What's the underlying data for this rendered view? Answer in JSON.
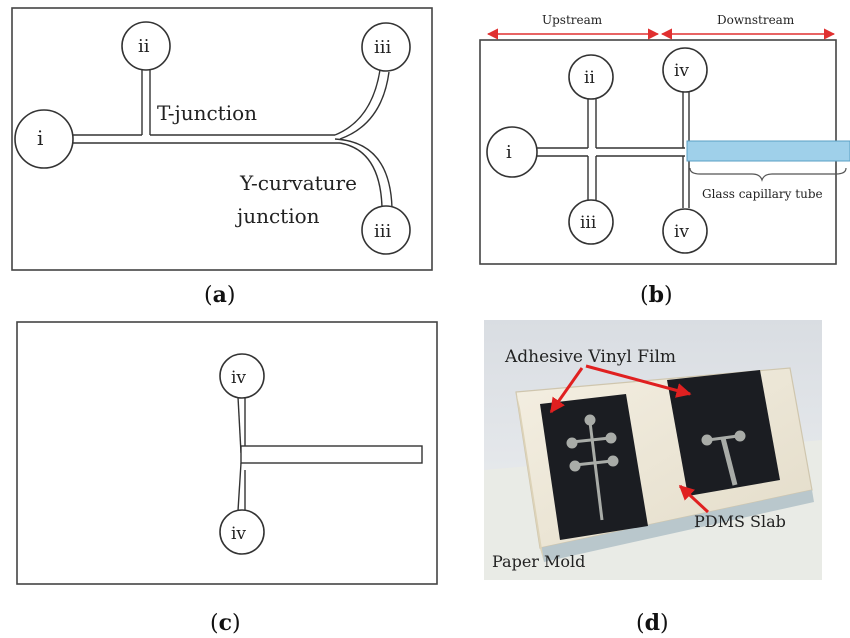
{
  "panel_a": {
    "caption": "(a)",
    "caption_letter": "a",
    "port_i": "i",
    "port_ii": "ii",
    "port_iii_top": "iii",
    "port_iii_bottom": "iii",
    "t_junction_label": "T-junction",
    "y_label_line1": "Y-curvature",
    "y_label_line2": "junction"
  },
  "panel_b": {
    "caption": "(b)",
    "caption_letter": "b",
    "upstream_label": "Upstream",
    "downstream_label": "Downstream",
    "port_i": "i",
    "port_ii": "ii",
    "port_iii": "iii",
    "port_iv_top": "iv",
    "port_iv_bottom": "iv",
    "capillary_label": "Glass capillary tube",
    "arrow_color": "#e03030",
    "capillary_color": "#9fd0ea"
  },
  "panel_c": {
    "caption": "(c)",
    "caption_letter": "c",
    "port_iv_top": "iv",
    "port_iv_bottom": "iv"
  },
  "panel_d": {
    "caption": "(d)",
    "caption_letter": "d",
    "label_film": "Adhesive Vinyl Film",
    "label_pdms": "PDMS Slab",
    "label_mold": "Paper Mold",
    "arrow_color": "#e02020"
  }
}
